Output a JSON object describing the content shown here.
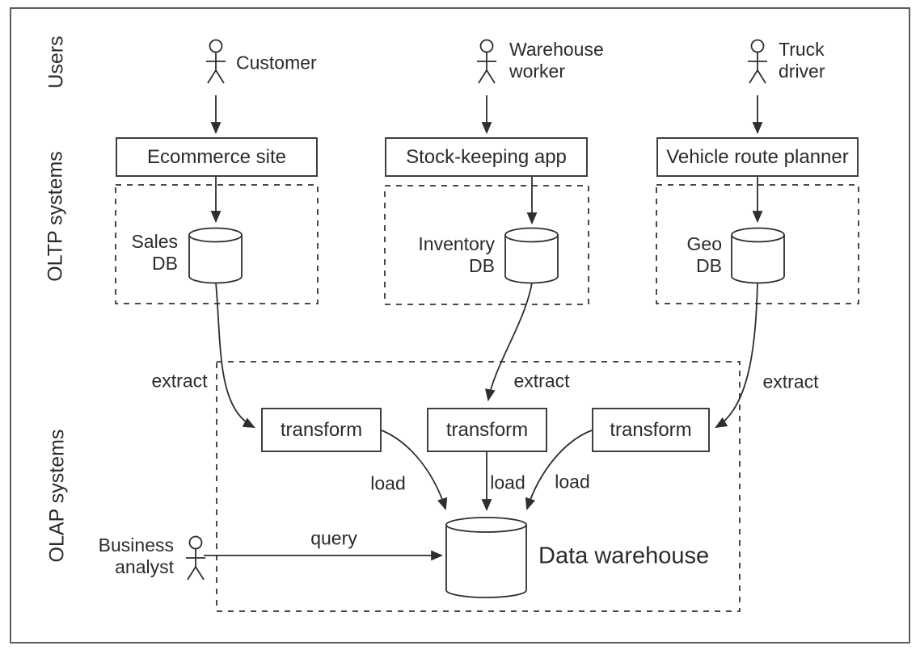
{
  "colors": {
    "ink": "#2b2b2b",
    "line": "#2e2e2e",
    "frame": "#5e5e5e",
    "background": "#ffffff"
  },
  "rows": {
    "users_label": "Users",
    "oltp_label": "OLTP systems",
    "olap_label": "OLAP systems"
  },
  "actors": {
    "customer": "Customer",
    "warehouse_worker": "Warehouse\nworker",
    "truck_driver": "Truck\ndriver",
    "business_analyst": "Business\nanalyst"
  },
  "oltp_apps": {
    "ecommerce": "Ecommerce site",
    "stock_keeping": "Stock-keeping app",
    "route_planner": "Vehicle route planner"
  },
  "databases": {
    "sales": "Sales\nDB",
    "inventory": "Inventory\nDB",
    "geo": "Geo\nDB"
  },
  "etl": {
    "transform_1": "transform",
    "transform_2": "transform",
    "transform_3": "transform",
    "extract_1": "extract",
    "extract_2": "extract",
    "extract_3": "extract",
    "load_1": "load",
    "load_2": "load",
    "load_3": "load",
    "query": "query"
  },
  "warehouse": {
    "label": "Data warehouse"
  }
}
